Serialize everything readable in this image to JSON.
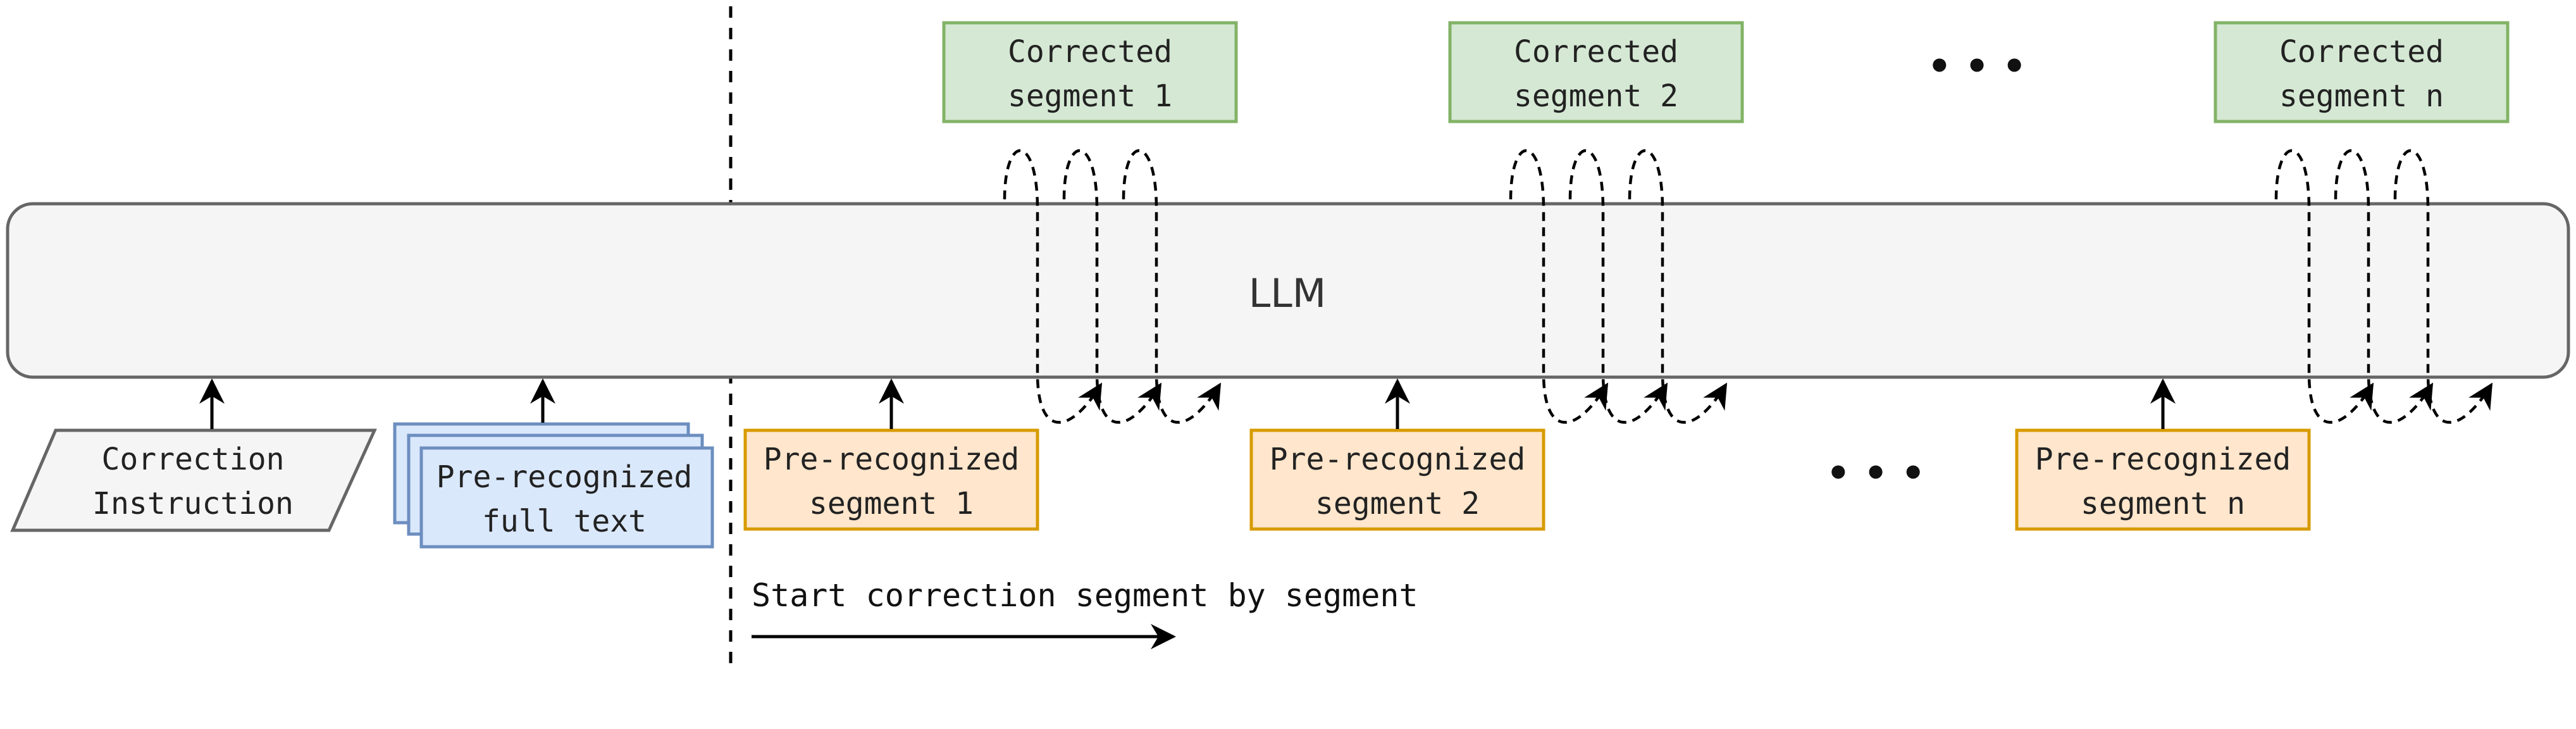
{
  "llm": {
    "label": "LLM"
  },
  "inputs": {
    "instruction": {
      "line1": "Correction",
      "line2": "Instruction"
    },
    "full_text": {
      "line1": "Pre-recognized",
      "line2": "full text"
    }
  },
  "segments": [
    {
      "input_line1": "Pre-recognized",
      "input_line2": "segment 1",
      "output_line1": "Corrected",
      "output_line2": "segment 1"
    },
    {
      "input_line1": "Pre-recognized",
      "input_line2": "segment 2",
      "output_line1": "Corrected",
      "output_line2": "segment 2"
    },
    {
      "input_line1": "Pre-recognized",
      "input_line2": "segment n",
      "output_line1": "Corrected",
      "output_line2": "segment n"
    }
  ],
  "ellipsis": "• • •",
  "caption": "Start correction segment by segment",
  "colors": {
    "llm_fill": "#f5f5f5",
    "llm_stroke": "#666666",
    "instruction_fill": "#f5f5f5",
    "full_text_fill": "#dae8fc",
    "full_text_stroke": "#6c8ebf",
    "input_fill": "#ffe6cc",
    "input_stroke": "#d79b00",
    "output_fill": "#d5e8d4",
    "output_stroke": "#82b366"
  }
}
